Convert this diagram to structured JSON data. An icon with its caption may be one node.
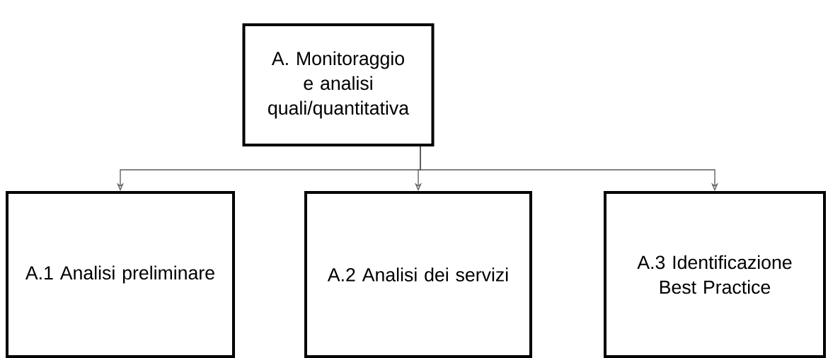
{
  "diagram": {
    "nodes": [
      {
        "text": [
          "A. Monitoraggio e analisi quali/quantitativa"
        ]
      },
      {
        "text": [
          "A.1 Analisi preliminare"
        ]
      },
      {
        "text": [
          "A.2 Analisi dei servizi"
        ]
      },
      {
        "text": [
          "A.3 Identificazione Best Practice"
        ]
      }
    ],
    "edges": [
      {
        "from": 0,
        "to": 1,
        "arrow": "to"
      },
      {
        "from": 0,
        "to": 2,
        "arrow": "to"
      },
      {
        "from": 0,
        "to": 3,
        "arrow": "to"
      }
    ]
  }
}
